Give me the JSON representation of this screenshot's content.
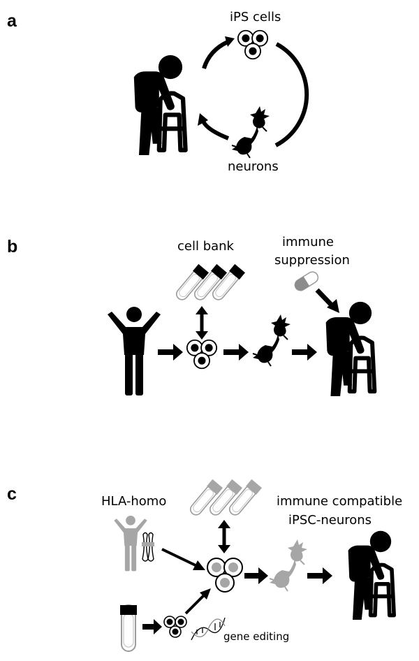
{
  "panels": {
    "a": {
      "letter": "a",
      "ips_label": "iPS cells",
      "neurons_label": "neurons"
    },
    "b": {
      "letter": "b",
      "cell_bank_label": "cell bank",
      "immune_line1": "immune",
      "immune_line2": "suppression"
    },
    "c": {
      "letter": "c",
      "hla_label": "HLA-homo",
      "compatible_line1": "immune compatible",
      "compatible_line2": "iPSC-neurons",
      "gene_editing_label": "gene editing"
    }
  },
  "colors": {
    "ink": "#000000",
    "grey": "#a6a6a6",
    "tube_outline": "#9a9a9a"
  },
  "icons": [
    "walker-person-icon",
    "cell-cluster-icon",
    "neuron-icon",
    "test-tube-icon",
    "pill-icon",
    "standing-person-icon",
    "chromosome-icon",
    "dna-helix-icon",
    "arrow-icon",
    "double-arrow-icon"
  ]
}
